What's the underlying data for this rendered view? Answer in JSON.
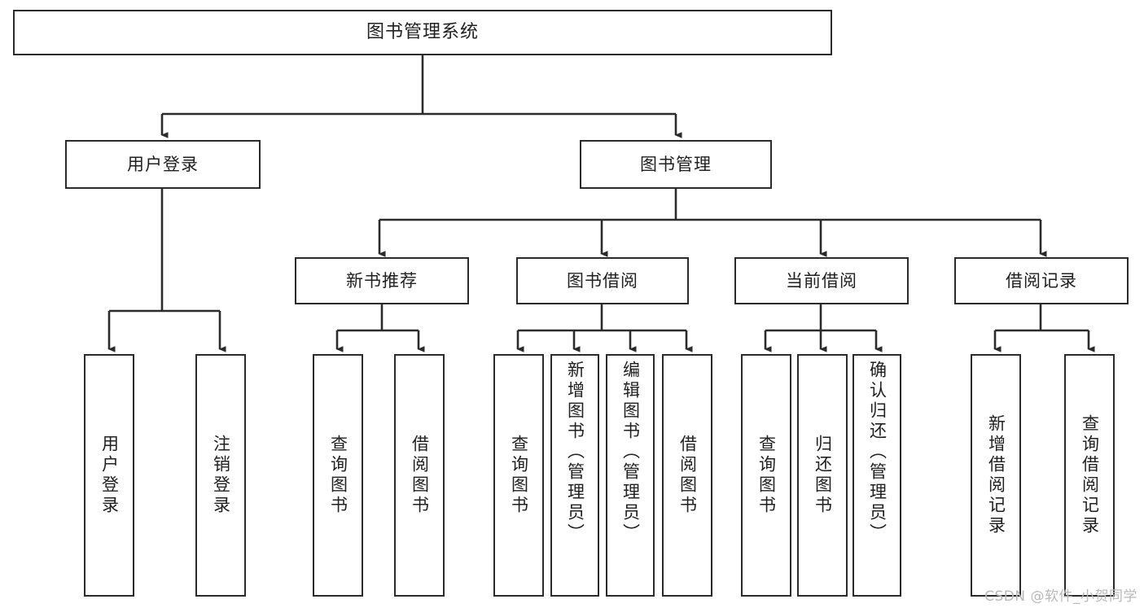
{
  "diagram": {
    "type": "hierarchy-tree",
    "title": "图书管理系统",
    "watermark": "CSDN @软件_小贺同学",
    "style": {
      "box_border_color": "#2b2b2b",
      "box_fill_color": "#ffffff",
      "connector_color": "#2b2b2b",
      "text_color": "#202020",
      "background": "#ffffff"
    },
    "root": {
      "label": "图书管理系统"
    },
    "level2": [
      {
        "id": "user-login",
        "label": "用户登录"
      },
      {
        "id": "book-manage",
        "label": "图书管理"
      }
    ],
    "level3": [
      {
        "id": "new-book-recommend",
        "label": "新书推荐",
        "parent": "book-manage"
      },
      {
        "id": "book-borrow",
        "label": "图书借阅",
        "parent": "book-manage"
      },
      {
        "id": "current-borrow",
        "label": "当前借阅",
        "parent": "book-manage"
      },
      {
        "id": "borrow-record",
        "label": "借阅记录",
        "parent": "book-manage"
      }
    ],
    "leaves": [
      {
        "id": "leaf-user-login",
        "label": "用户登录",
        "parent": "user-login"
      },
      {
        "id": "leaf-user-logout",
        "label": "注销登录",
        "parent": "user-login"
      },
      {
        "id": "leaf-query-book-rec",
        "label": "查询图书",
        "parent": "new-book-recommend"
      },
      {
        "id": "leaf-borrow-book-rec",
        "label": "借阅图书",
        "parent": "new-book-recommend"
      },
      {
        "id": "leaf-query-book-borrow",
        "label": "查询图书",
        "parent": "book-borrow"
      },
      {
        "id": "leaf-add-book",
        "label": "新增图书（管理员）",
        "parent": "book-borrow"
      },
      {
        "id": "leaf-edit-book",
        "label": "编辑图书（管理员）",
        "parent": "book-borrow"
      },
      {
        "id": "leaf-borrow-book",
        "label": "借阅图书",
        "parent": "book-borrow"
      },
      {
        "id": "leaf-query-book-current",
        "label": "查询图书",
        "parent": "current-borrow"
      },
      {
        "id": "leaf-return-book",
        "label": "归还图书",
        "parent": "current-borrow"
      },
      {
        "id": "leaf-confirm-return",
        "label": "确认归还（管理员）",
        "parent": "current-borrow"
      },
      {
        "id": "leaf-add-record",
        "label": "新增借阅记录",
        "parent": "borrow-record"
      },
      {
        "id": "leaf-query-record",
        "label": "查询借阅记录",
        "parent": "borrow-record"
      }
    ]
  }
}
